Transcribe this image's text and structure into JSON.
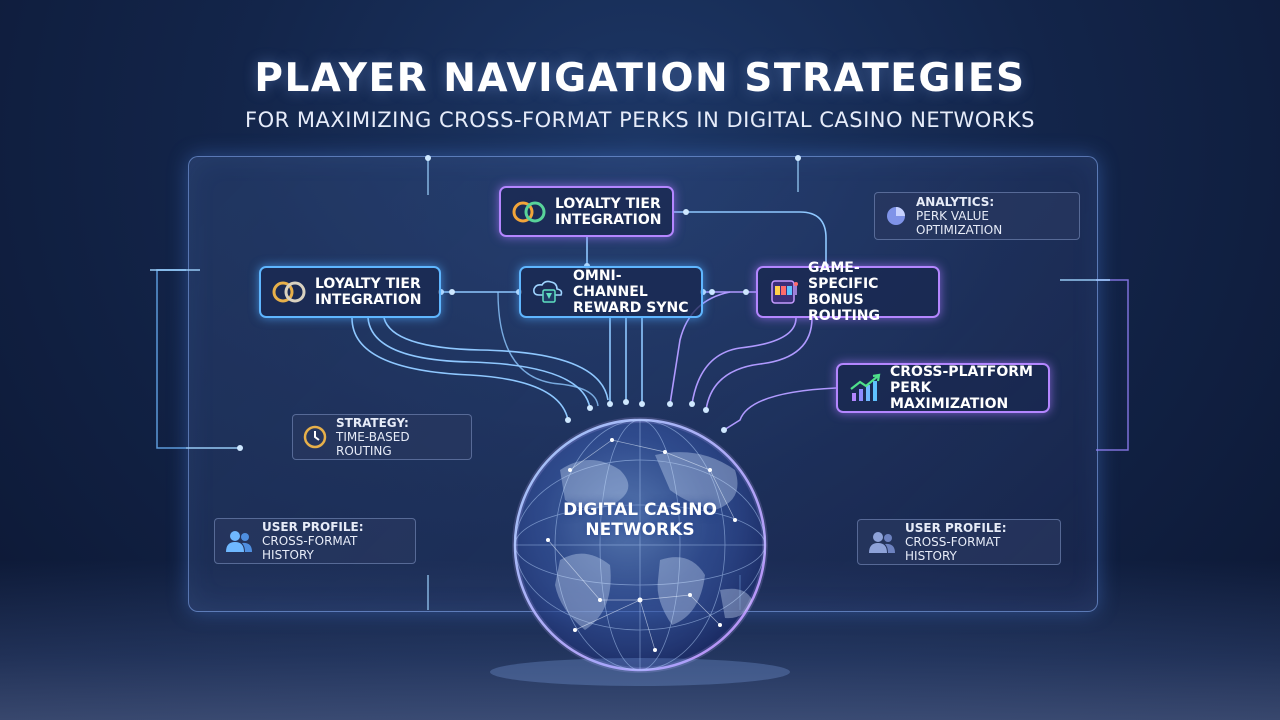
{
  "header": {
    "title": "PLAYER NAVIGATION STRATEGIES",
    "subtitle": "FOR MAXIMIZING CROSS-FORMAT PERKS IN DIGITAL CASINO NETWORKS"
  },
  "hub": {
    "line1": "DIGITAL CASINO",
    "line2": "NETWORKS"
  },
  "nodes": {
    "loyalty_top": {
      "line1": "LOYALTY TIER",
      "line2": "INTEGRATION",
      "icon": "linked-rings-icon"
    },
    "loyalty_left": {
      "line1": "LOYALTY TIER",
      "line2": "INTEGRATION",
      "icon": "linked-rings-icon"
    },
    "omni_channel": {
      "line1": "OMNI-CHANNEL",
      "line2": "REWARD SYNC",
      "icon": "cloud-sync-icon"
    },
    "game_specific": {
      "line1": "GAME-SPECIFIC",
      "line2": "BONUS ROUTING",
      "icon": "slot-machine-icon"
    },
    "cross_platform": {
      "line1": "CROSS-PLATFORM",
      "line2": "PERK MAXIMIZATION",
      "icon": "growth-chart-icon"
    }
  },
  "tags": {
    "analytics": {
      "label": "ANALYTICS:",
      "value": "PERK VALUE OPTIMIZATION",
      "icon": "pie-chart-icon"
    },
    "strategy": {
      "label": "STRATEGY:",
      "value": "TIME-BASED ROUTING",
      "icon": "clock-icon"
    },
    "profile_left": {
      "label": "USER PROFILE:",
      "value": "CROSS-FORMAT HISTORY",
      "icon": "users-icon"
    },
    "profile_right": {
      "label": "USER PROFILE:",
      "value": "CROSS-FORMAT HISTORY",
      "icon": "users-icon"
    }
  },
  "colors": {
    "accent_blue": "#5fb6ff",
    "accent_violet": "#b486ff",
    "background": "#13254a"
  }
}
